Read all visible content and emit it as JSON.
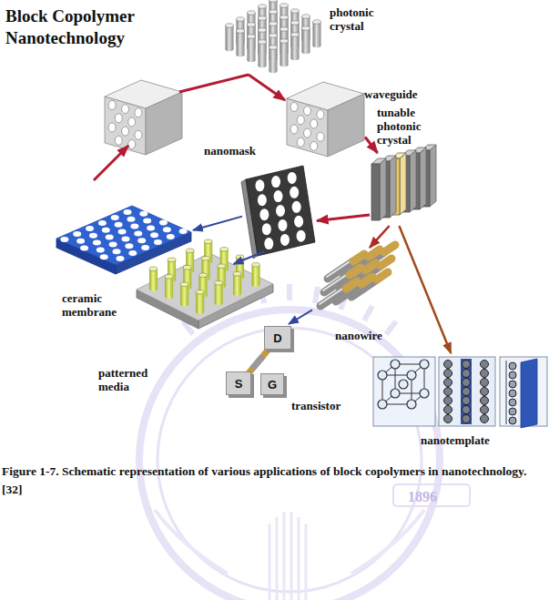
{
  "diagram": {
    "title": "Block Copolymer Nanotechnology",
    "caption": "Figure 1-7. Schematic representation of various applications of block copolymers in nanotechnology. [32]",
    "nodes": [
      {
        "text": [
          "photonic crystal"
        ]
      },
      {
        "text": [
          "waveguide"
        ]
      },
      {
        "text": [
          "tunable photonic crystal"
        ]
      },
      {
        "text": [
          "nanomask"
        ]
      },
      {
        "text": [
          "ceramic membrane"
        ]
      },
      {
        "text": [
          "patterned media"
        ]
      },
      {
        "text": [
          "nanowire"
        ]
      },
      {
        "text": [
          "transistor"
        ]
      },
      {
        "text": [
          "D"
        ],
        "in": 7
      },
      {
        "text": [
          "S"
        ],
        "in": 7
      },
      {
        "text": [
          "G"
        ],
        "in": 7
      },
      {
        "text": [
          "nanotemplate"
        ]
      }
    ],
    "edges": [
      {
        "from": 0,
        "to": 1,
        "arrow": "to"
      },
      {
        "from": 1,
        "to": 2,
        "arrow": "to"
      },
      {
        "from": 2,
        "to": 3,
        "arrow": "to"
      },
      {
        "from": 2,
        "to": 6,
        "arrow": "to"
      },
      {
        "from": 2,
        "to": 11,
        "arrow": "to"
      },
      {
        "from": 3,
        "to": 4,
        "arrow": "to"
      },
      {
        "from": 3,
        "to": 5,
        "arrow": "to"
      },
      {
        "from": 6,
        "to": 7,
        "arrow": "to"
      }
    ],
    "labels": [
      "1896"
    ]
  }
}
